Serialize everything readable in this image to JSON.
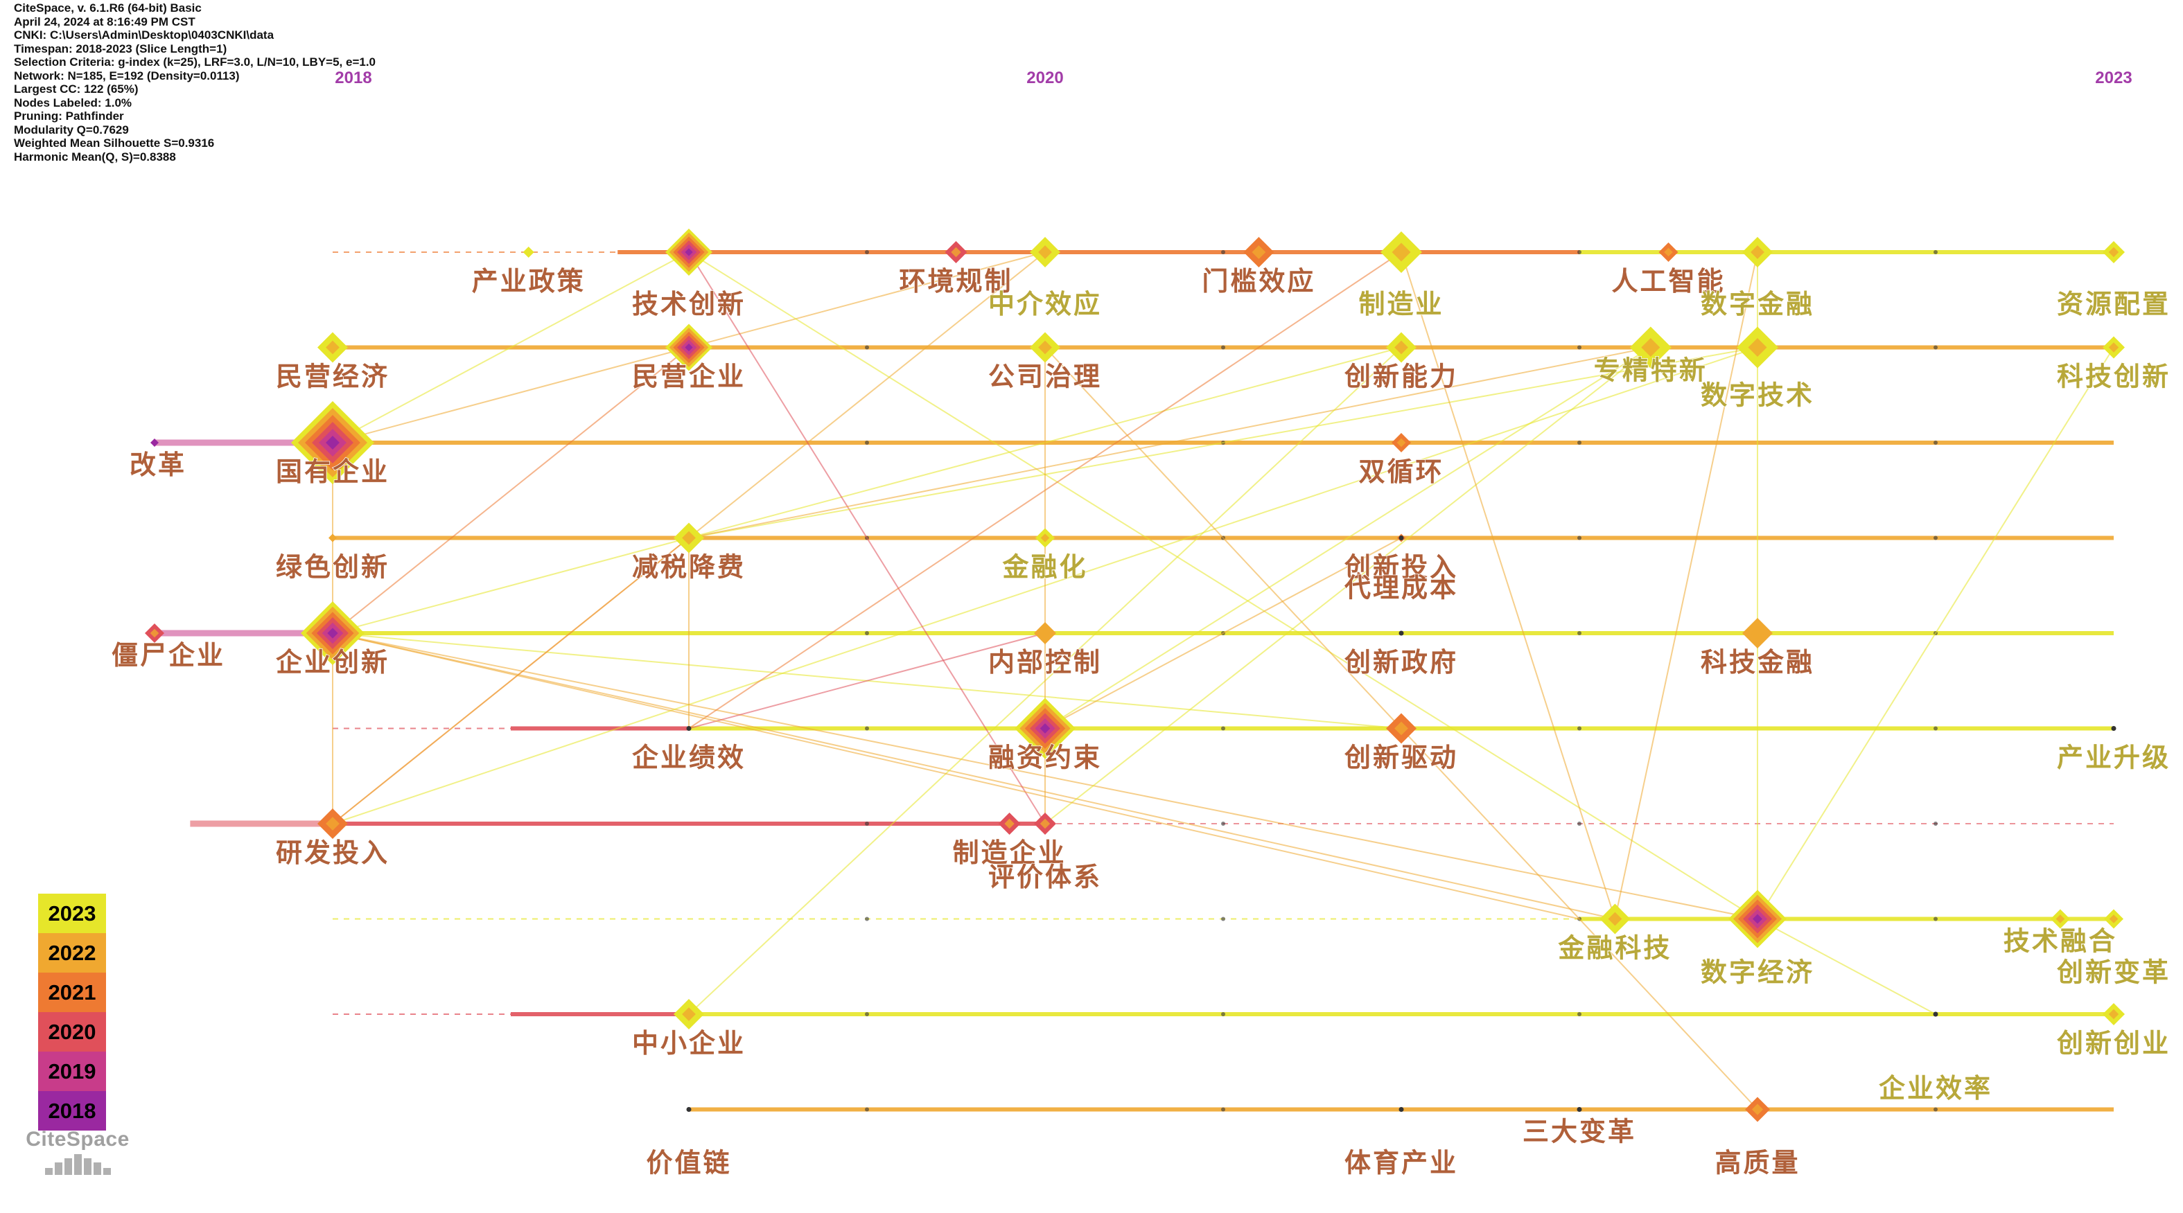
{
  "info": {
    "lines": [
      "CiteSpace, v. 6.1.R6 (64-bit) Basic",
      "April 24, 2024 at 8:16:49 PM CST",
      "CNKI: C:\\Users\\Admin\\Desktop\\0403CNKI\\data",
      "Timespan: 2018-2023 (Slice Length=1)",
      "Selection Criteria: g-index (k=25), LRF=3.0, L/N=10, LBY=5, e=1.0",
      "Network: N=185, E=192 (Density=0.0113)",
      "Largest CC: 122 (65%)",
      "Nodes Labeled: 1.0%",
      "Pruning: Pathfinder",
      "Modularity Q=0.7629",
      "Weighted Mean Silhouette S=0.9316",
      "Harmonic Mean(Q, S)=0.8388"
    ]
  },
  "timeline": {
    "year_start": 2018,
    "year_end": 2023,
    "year_labels": [
      "2018",
      "2020",
      "2023"
    ]
  },
  "legend": {
    "items": [
      {
        "year": "2023",
        "color": "#e6e62a"
      },
      {
        "year": "2022",
        "color": "#f0a830"
      },
      {
        "year": "2021",
        "color": "#ee7a32"
      },
      {
        "year": "2020",
        "color": "#e0505a"
      },
      {
        "year": "2019",
        "color": "#c83c8a"
      },
      {
        "year": "2018",
        "color": "#9a28a0"
      }
    ]
  },
  "logo": {
    "text": "CiteSpace"
  },
  "year_colors": {
    "2018": "#9a28a0",
    "2019": "#c83c8a",
    "2020": "#e0505a",
    "2021": "#ee7a32",
    "2022": "#f0a830",
    "2023": "#e6e62a"
  },
  "clusters": [
    {
      "id": 0,
      "segments": [
        [
          2018.8,
          2021.5,
          "2021"
        ],
        [
          2021.5,
          2023,
          "2023"
        ]
      ],
      "dashed_from": 2018
    },
    {
      "id": 1,
      "segments": [
        [
          2018,
          2023,
          "2022"
        ]
      ],
      "dashed_from": null
    },
    {
      "id": 2,
      "segments": [
        [
          2017.5,
          2018,
          "2019"
        ],
        [
          2018,
          2023,
          "2022"
        ]
      ],
      "dashed_from": null
    },
    {
      "id": 3,
      "segments": [
        [
          2018,
          2023,
          "2022"
        ]
      ],
      "dashed_from": null
    },
    {
      "id": 4,
      "segments": [
        [
          2017.5,
          2018,
          "2019"
        ],
        [
          2018,
          2023,
          "2023"
        ]
      ],
      "dashed_from": null
    },
    {
      "id": 5,
      "segments": [
        [
          2018.5,
          2019,
          "2020"
        ],
        [
          2019,
          2023,
          "2023"
        ]
      ],
      "dashed_from": 2018
    },
    {
      "id": 6,
      "segments": [
        [
          2017.6,
          2018,
          "2020"
        ],
        [
          2018,
          2020,
          "2020"
        ]
      ],
      "dashed_from": null,
      "dashed_to": 2023
    },
    {
      "id": 7,
      "segments": [
        [
          2021.5,
          2023,
          "2023"
        ]
      ],
      "dashed_from": 2018
    },
    {
      "id": 8,
      "segments": [
        [
          2018.5,
          2019,
          "2020"
        ],
        [
          2019,
          2023,
          "2023"
        ]
      ],
      "dashed_from": 2018
    },
    {
      "id": 9,
      "segments": [
        [
          2019,
          2023,
          "2022"
        ]
      ],
      "dashed_from": null
    }
  ],
  "nodes": [
    {
      "label": "产业政策",
      "cluster": 0,
      "year": 2018.55,
      "size": 8,
      "color": "2023",
      "label_pos": "below"
    },
    {
      "label": "技术创新",
      "cluster": 0,
      "year": 2019.0,
      "size": 34,
      "color": "2022",
      "ring": true,
      "label_pos": "below"
    },
    {
      "label": "环境规制",
      "cluster": 0,
      "year": 2019.75,
      "size": 16,
      "color": "2020",
      "label_pos": "below"
    },
    {
      "label": "中介效应",
      "cluster": 0,
      "year": 2020.0,
      "size": 22,
      "color": "2023",
      "label_pos": "below2"
    },
    {
      "label": "门槛效应",
      "cluster": 0,
      "year": 2020.6,
      "size": 22,
      "color": "2021",
      "label_pos": "below"
    },
    {
      "label": "制造业",
      "cluster": 0,
      "year": 2021.0,
      "size": 30,
      "color": "2023",
      "label_pos": "below2"
    },
    {
      "label": "人工智能",
      "cluster": 0,
      "year": 2021.75,
      "size": 14,
      "color": "2021",
      "label_pos": "below"
    },
    {
      "label": "数字金融",
      "cluster": 0,
      "year": 2022.0,
      "size": 22,
      "color": "2023",
      "label_pos": "below2"
    },
    {
      "label": "资源配置",
      "cluster": 0,
      "year": 2023.0,
      "size": 16,
      "color": "2023",
      "label_pos": "below2"
    },
    {
      "label": "民营经济",
      "cluster": 1,
      "year": 2018.0,
      "size": 22,
      "color": "2023",
      "label_pos": "below"
    },
    {
      "label": "民营企业",
      "cluster": 1,
      "year": 2019.0,
      "size": 34,
      "color": "2022",
      "ring": true,
      "label_pos": "below"
    },
    {
      "label": "公司治理",
      "cluster": 1,
      "year": 2020.0,
      "size": 22,
      "color": "2023",
      "label_pos": "below"
    },
    {
      "label": "创新能力",
      "cluster": 1,
      "year": 2021.0,
      "size": 22,
      "color": "2023",
      "label_pos": "below"
    },
    {
      "label": "专精特新",
      "cluster": 1,
      "year": 2021.7,
      "size": 30,
      "color": "2023",
      "label_pos": "below"
    },
    {
      "label": "数字技术",
      "cluster": 1,
      "year": 2022.0,
      "size": 30,
      "color": "2023",
      "label_pos": "below2"
    },
    {
      "label": "科技创新",
      "cluster": 1,
      "year": 2023.0,
      "size": 16,
      "color": "2023",
      "label_pos": "below"
    },
    {
      "label": "改革",
      "cluster": 2,
      "year": 2017.5,
      "size": 6,
      "color": "2018",
      "label_pos": "below"
    },
    {
      "label": "国有企业",
      "cluster": 2,
      "year": 2018.0,
      "size": 60,
      "color": "2023",
      "ring": true,
      "label_pos": "below"
    },
    {
      "label": "双循环",
      "cluster": 2,
      "year": 2021.0,
      "size": 14,
      "color": "2021",
      "label_pos": "below"
    },
    {
      "label": "绿色创新",
      "cluster": 3,
      "year": 2018.0,
      "size": 6,
      "color": "2022",
      "label_pos": "below"
    },
    {
      "label": "减税降费",
      "cluster": 3,
      "year": 2019.0,
      "size": 22,
      "color": "2023",
      "label_pos": "below"
    },
    {
      "label": "金融化",
      "cluster": 3,
      "year": 2020.0,
      "size": 14,
      "color": "2023",
      "label_pos": "below"
    },
    {
      "label": "创新投入",
      "cluster": 3,
      "year": 2021.0,
      "size": 6,
      "color": "2021",
      "label_pos": "below"
    },
    {
      "label": "代理成本",
      "cluster": 3,
      "year": 2021.0,
      "size": 0,
      "color": "2021",
      "label_pos": "below2"
    },
    {
      "label": "僵尸企业",
      "cluster": 4,
      "year": 2017.5,
      "size": 14,
      "color": "2020",
      "label_pos": "below"
    },
    {
      "label": "企业创新",
      "cluster": 4,
      "year": 2018.0,
      "size": 46,
      "color": "2023",
      "ring": true,
      "label_pos": "below"
    },
    {
      "label": "内部控制",
      "cluster": 4,
      "year": 2020.0,
      "size": 16,
      "color": "2022",
      "label_pos": "below"
    },
    {
      "label": "创新政府",
      "cluster": 4,
      "year": 2021.0,
      "size": 0,
      "color": "2022",
      "label_pos": "below"
    },
    {
      "label": "科技金融",
      "cluster": 4,
      "year": 2022.0,
      "size": 22,
      "color": "2022",
      "label_pos": "below"
    },
    {
      "label": "企业绩效",
      "cluster": 5,
      "year": 2019.0,
      "size": 0,
      "color": "2023",
      "label_pos": "below"
    },
    {
      "label": "融资约束",
      "cluster": 5,
      "year": 2020.0,
      "size": 44,
      "color": "2023",
      "ring": true,
      "label_pos": "below"
    },
    {
      "label": "创新驱动",
      "cluster": 5,
      "year": 2021.0,
      "size": 22,
      "color": "2021",
      "label_pos": "below"
    },
    {
      "label": "产业升级",
      "cluster": 5,
      "year": 2023.0,
      "size": 0,
      "color": "2023",
      "label_pos": "below"
    },
    {
      "label": "研发投入",
      "cluster": 6,
      "year": 2018.0,
      "size": 22,
      "color": "2021",
      "label_pos": "below"
    },
    {
      "label": "制造企业",
      "cluster": 6,
      "year": 2019.9,
      "size": 16,
      "color": "2020",
      "label_pos": "below"
    },
    {
      "label": "评价体系",
      "cluster": 6,
      "year": 2020.0,
      "size": 16,
      "color": "2020",
      "label_pos": "below2"
    },
    {
      "label": "金融科技",
      "cluster": 7,
      "year": 2021.6,
      "size": 22,
      "color": "2023",
      "label_pos": "below"
    },
    {
      "label": "数字经济",
      "cluster": 7,
      "year": 2022.0,
      "size": 42,
      "color": "2022",
      "ring": true,
      "label_pos": "below"
    },
    {
      "label": "技术融合",
      "cluster": 7,
      "year": 2022.85,
      "size": 14,
      "color": "2023",
      "label_pos": "below"
    },
    {
      "label": "创新变革",
      "cluster": 7,
      "year": 2023.0,
      "size": 14,
      "color": "2023",
      "label_pos": "below2"
    },
    {
      "label": "中小企业",
      "cluster": 8,
      "year": 2019.0,
      "size": 22,
      "color": "2023",
      "label_pos": "below"
    },
    {
      "label": "企业效率",
      "cluster": 8,
      "year": 2022.5,
      "size": 0,
      "color": "2023",
      "label_pos": "below"
    },
    {
      "label": "创新创业",
      "cluster": 8,
      "year": 2023.0,
      "size": 16,
      "color": "2023",
      "label_pos": "below"
    },
    {
      "label": "价值链",
      "cluster": 9,
      "year": 2019.0,
      "size": 0,
      "color": "2022",
      "label_pos": "below"
    },
    {
      "label": "体育产业",
      "cluster": 9,
      "year": 2021.0,
      "size": 0,
      "color": "2022",
      "label_pos": "below"
    },
    {
      "label": "三大变革",
      "cluster": 9,
      "year": 2021.5,
      "size": 0,
      "color": "2022",
      "label_pos": "above"
    },
    {
      "label": "高质量",
      "cluster": 9,
      "year": 2022.0,
      "size": 18,
      "color": "2021",
      "label_pos": "below"
    }
  ],
  "links": [
    [
      2018.0,
      2,
      2019.0,
      0,
      "2023"
    ],
    [
      2018.0,
      2,
      2020.0,
      0,
      "2022"
    ],
    [
      2018.0,
      4,
      2019.0,
      1,
      "2021"
    ],
    [
      2018.0,
      4,
      2021.0,
      1,
      "2023"
    ],
    [
      2018.0,
      4,
      2022.0,
      7,
      "2022"
    ],
    [
      2018.0,
      4,
      2021.6,
      7,
      "2022"
    ],
    [
      2018.0,
      4,
      2021.0,
      5,
      "2023"
    ],
    [
      2018.0,
      6,
      2019.0,
      3,
      "2021"
    ],
    [
      2018.0,
      6,
      2022.0,
      1,
      "2023"
    ],
    [
      2018.0,
      6,
      2020.0,
      0,
      "2022"
    ],
    [
      2019.0,
      0,
      2020.0,
      6,
      "2020"
    ],
    [
      2019.0,
      0,
      2022.0,
      7,
      "2023"
    ],
    [
      2019.0,
      3,
      2022.0,
      1,
      "2023"
    ],
    [
      2019.0,
      3,
      2021.7,
      1,
      "2022"
    ],
    [
      2019.0,
      5,
      2021.0,
      0,
      "2021"
    ],
    [
      2020.0,
      1,
      2022.0,
      9,
      "2022"
    ],
    [
      2020.0,
      4,
      2019.0,
      5,
      "2020"
    ],
    [
      2020.0,
      5,
      2021.7,
      1,
      "2023"
    ],
    [
      2020.0,
      5,
      2021.0,
      3,
      "2022"
    ],
    [
      2019.0,
      8,
      2021.0,
      1,
      "2023"
    ],
    [
      2020.0,
      6,
      2021.7,
      1,
      "2023"
    ],
    [
      2021.0,
      0,
      2021.6,
      7,
      "2022"
    ],
    [
      2021.6,
      7,
      2022.0,
      0,
      "2022"
    ],
    [
      2022.0,
      7,
      2023.0,
      1,
      "2023"
    ],
    [
      2022.0,
      7,
      2022.5,
      8,
      "2023"
    ],
    [
      2022.0,
      0,
      2022.0,
      7,
      "2023"
    ],
    [
      2018.0,
      2,
      2018.0,
      6,
      "2022"
    ],
    [
      2018.0,
      4,
      2021.5,
      7,
      "2022"
    ],
    [
      2020.0,
      1,
      2020.0,
      6,
      "2022"
    ],
    [
      2019.0,
      3,
      2019.0,
      5,
      "2022"
    ]
  ]
}
